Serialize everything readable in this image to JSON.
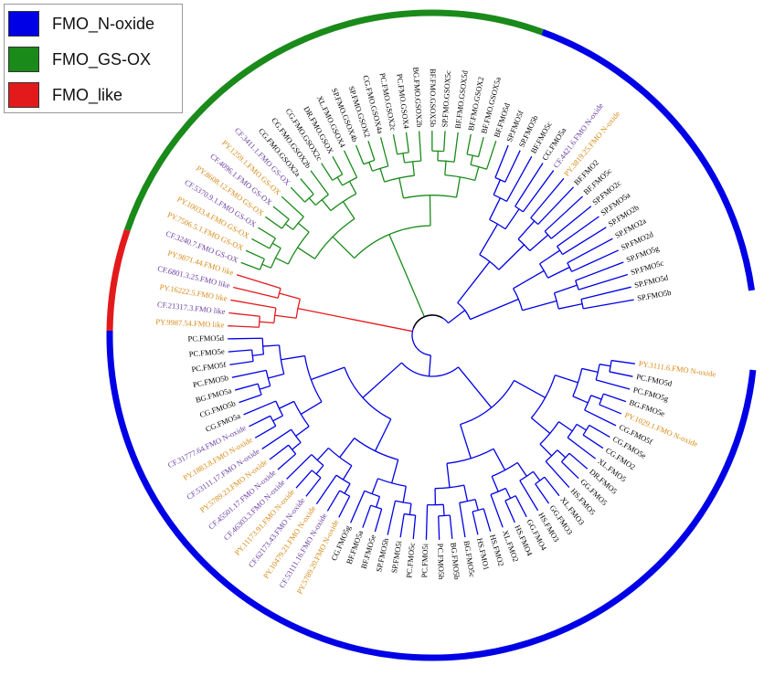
{
  "colors": {
    "blue": "#0000e6",
    "green": "#1a8a1a",
    "red": "#e31a1c",
    "leaf_black": "#000000",
    "leaf_purple": "#6a3fa0",
    "leaf_orange": "#d88a16"
  },
  "legend": [
    {
      "label": "FMO_N-oxide",
      "color": "#0000e6"
    },
    {
      "label": "FMO_GS-OX",
      "color": "#1a8a1a"
    },
    {
      "label": "FMO_like",
      "color": "#e31a1c"
    }
  ],
  "tree": {
    "leaves": [
      {
        "label": "SP.FMO5b",
        "color": "black",
        "clade": "N"
      },
      {
        "label": "SP.FMO5d",
        "color": "black",
        "clade": "N"
      },
      {
        "label": "SP.FMO5c",
        "color": "black",
        "clade": "N"
      },
      {
        "label": "SP.FMO5g",
        "color": "black",
        "clade": "N"
      },
      {
        "label": "SP.FMO2d",
        "color": "black",
        "clade": "N"
      },
      {
        "label": "SP.FMO2a",
        "color": "black",
        "clade": "N"
      },
      {
        "label": "SP.FMO2b",
        "color": "black",
        "clade": "N"
      },
      {
        "label": "SP.FMO5a",
        "color": "black",
        "clade": "N"
      },
      {
        "label": "SP.FMO2c",
        "color": "black",
        "clade": "N"
      },
      {
        "label": "BF.FMO5c",
        "color": "black",
        "clade": "N"
      },
      {
        "label": "BF.FMO2",
        "color": "black",
        "clade": "N"
      },
      {
        "label": "PY.3819.25.FMO N-oxide",
        "color": "orange",
        "clade": "N"
      },
      {
        "label": "CF.4421.6.FMO N-oxide",
        "color": "purple",
        "clade": "N"
      },
      {
        "label": "CG.FMO5a",
        "color": "black",
        "clade": "N"
      },
      {
        "label": "BF.FMO5c",
        "color": "black",
        "clade": "N"
      },
      {
        "label": "SP.FMO5b",
        "color": "black",
        "clade": "N"
      },
      {
        "label": "SP.FMO5f",
        "color": "black",
        "clade": "N"
      },
      {
        "label": "BF.FMO5d",
        "color": "black",
        "clade": "G"
      },
      {
        "label": "BF.FMO.GSOX5a",
        "color": "black",
        "clade": "G"
      },
      {
        "label": "BF.FMO.GSOX2",
        "color": "black",
        "clade": "G"
      },
      {
        "label": "BF.FMO.GSOX5d",
        "color": "black",
        "clade": "G"
      },
      {
        "label": "SP.FMO.GSOX5c",
        "color": "black",
        "clade": "G"
      },
      {
        "label": "BF.FMO.GSOX5b",
        "color": "black",
        "clade": "G"
      },
      {
        "label": "BG.FMO.GSOX2b",
        "color": "black",
        "clade": "G"
      },
      {
        "label": "PC.FMO.GSOX4",
        "color": "black",
        "clade": "G"
      },
      {
        "label": "PC.FMO.GSOX2c",
        "color": "black",
        "clade": "G"
      },
      {
        "label": "CG.FMO.GSOX4a",
        "color": "black",
        "clade": "G"
      },
      {
        "label": "SP.FMO.GSOX2",
        "color": "black",
        "clade": "G"
      },
      {
        "label": "SP.FMO.GSOX4b",
        "color": "black",
        "clade": "G"
      },
      {
        "label": "XL.FMO.GSOX4",
        "color": "black",
        "clade": "G"
      },
      {
        "label": "DR.FMO.GSOX",
        "color": "black",
        "clade": "G"
      },
      {
        "label": "CG.FMO.GSOX2c",
        "color": "black",
        "clade": "G"
      },
      {
        "label": "CG.FMO.GSOX2b",
        "color": "black",
        "clade": "G"
      },
      {
        "label": "CG.FMO.GSOX2a",
        "color": "black",
        "clade": "G"
      },
      {
        "label": "CF.3411.1.FMO GS-OX",
        "color": "purple",
        "clade": "G"
      },
      {
        "label": "PY.1259.1.FMO GS-OX",
        "color": "orange",
        "clade": "G"
      },
      {
        "label": "CF.4096.1.FMO GS-OX",
        "color": "purple",
        "clade": "G"
      },
      {
        "label": "PY.8608.12.FMO GS-OX",
        "color": "orange",
        "clade": "G"
      },
      {
        "label": "CF.5370.9.1.FMO GS-OX",
        "color": "purple",
        "clade": "G"
      },
      {
        "label": "PY.10033.4.FMO GS-OX",
        "color": "orange",
        "clade": "G"
      },
      {
        "label": "PY.7506.5.1.FMO GS-OX",
        "color": "orange",
        "clade": "G"
      },
      {
        "label": "CF.3240.7.FMO GS-OX",
        "color": "purple",
        "clade": "G"
      },
      {
        "label": "PY.9871.44.FMO like",
        "color": "orange",
        "clade": "L"
      },
      {
        "label": "CF.6801.3.25.FMO like",
        "color": "purple",
        "clade": "L"
      },
      {
        "label": "PY.16222.5.FMO like",
        "color": "orange",
        "clade": "L"
      },
      {
        "label": "CF.21317.3.FMO like",
        "color": "purple",
        "clade": "L"
      },
      {
        "label": "PY.9987.54.FMO like",
        "color": "orange",
        "clade": "L"
      },
      {
        "label": "PC.FMO5d",
        "color": "black",
        "clade": "N"
      },
      {
        "label": "PC.FMO5e",
        "color": "black",
        "clade": "N"
      },
      {
        "label": "PC.FMO5f",
        "color": "black",
        "clade": "N"
      },
      {
        "label": "PC.FMO5b",
        "color": "black",
        "clade": "N"
      },
      {
        "label": "BG.FMO5a",
        "color": "black",
        "clade": "N"
      },
      {
        "label": "CG.FMO5b",
        "color": "black",
        "clade": "N"
      },
      {
        "label": "CG.FMO5a",
        "color": "black",
        "clade": "N"
      },
      {
        "label": "CF.31777.64.FMO N-oxide",
        "color": "purple",
        "clade": "N"
      },
      {
        "label": "PY.1883.8.FMO N-oxide",
        "color": "orange",
        "clade": "N"
      },
      {
        "label": "CF.53111.17.FMO N-oxide",
        "color": "purple",
        "clade": "N"
      },
      {
        "label": "PY.5789.23.FMO N-oxide",
        "color": "orange",
        "clade": "N"
      },
      {
        "label": "CF.45501.17.FMO N-oxide",
        "color": "purple",
        "clade": "N"
      },
      {
        "label": "CF.46303.3.FMO N-oxide",
        "color": "purple",
        "clade": "N"
      },
      {
        "label": "PY.11173.91.FMO N-oxide",
        "color": "orange",
        "clade": "N"
      },
      {
        "label": "CF.62173.43.FMO N-oxide",
        "color": "purple",
        "clade": "N"
      },
      {
        "label": "PY.10479.21.FMO N-oxide",
        "color": "orange",
        "clade": "N"
      },
      {
        "label": "CF.53111.16.FMO N-oxide",
        "color": "purple",
        "clade": "N"
      },
      {
        "label": "PY.5789.20.FMO N-oxide",
        "color": "orange",
        "clade": "N"
      },
      {
        "label": "CG.FMO5g",
        "color": "black",
        "clade": "N"
      },
      {
        "label": "BF.FMO5a",
        "color": "black",
        "clade": "N"
      },
      {
        "label": "BF.FMO5e",
        "color": "black",
        "clade": "N"
      },
      {
        "label": "SP.FMO5h",
        "color": "black",
        "clade": "N"
      },
      {
        "label": "SP.FMO5i",
        "color": "black",
        "clade": "N"
      },
      {
        "label": "PC.FMO5c",
        "color": "black",
        "clade": "N"
      },
      {
        "label": "PC.FMO5i",
        "color": "black",
        "clade": "N"
      },
      {
        "label": "PC.FMO5h",
        "color": "black",
        "clade": "N"
      },
      {
        "label": "BG.FMO5b",
        "color": "black",
        "clade": "N"
      },
      {
        "label": "BG.FMO5c",
        "color": "black",
        "clade": "N"
      },
      {
        "label": "HS.FMO1",
        "color": "black",
        "clade": "N"
      },
      {
        "label": "HS.FMO2",
        "color": "black",
        "clade": "N"
      },
      {
        "label": "XL.FMO2",
        "color": "black",
        "clade": "N"
      },
      {
        "label": "HS.FMO4",
        "color": "black",
        "clade": "N"
      },
      {
        "label": "GG.FMO4",
        "color": "black",
        "clade": "N"
      },
      {
        "label": "HS.FMO3",
        "color": "black",
        "clade": "N"
      },
      {
        "label": "GG.FMO3",
        "color": "black",
        "clade": "N"
      },
      {
        "label": "XL.FMO3",
        "color": "black",
        "clade": "N"
      },
      {
        "label": "HS.FMO5",
        "color": "black",
        "clade": "N"
      },
      {
        "label": "GG.FMO5",
        "color": "black",
        "clade": "N"
      },
      {
        "label": "DR.FMO5",
        "color": "black",
        "clade": "N"
      },
      {
        "label": "XL.FMO5",
        "color": "black",
        "clade": "N"
      },
      {
        "label": "CG.FMO2",
        "color": "black",
        "clade": "N"
      },
      {
        "label": "CG.FMO5e",
        "color": "black",
        "clade": "N"
      },
      {
        "label": "CG.FMO5f",
        "color": "black",
        "clade": "N"
      },
      {
        "label": "PY.1029.1.FMO N-oxide",
        "color": "orange",
        "clade": "N"
      },
      {
        "label": "BG.FMO5e",
        "color": "black",
        "clade": "N"
      },
      {
        "label": "PC.FMO5g",
        "color": "black",
        "clade": "N"
      },
      {
        "label": "PC.FMO5d",
        "color": "black",
        "clade": "N"
      },
      {
        "label": "PY.3111.6.FMO N-oxide",
        "color": "orange",
        "clade": "N"
      }
    ]
  }
}
